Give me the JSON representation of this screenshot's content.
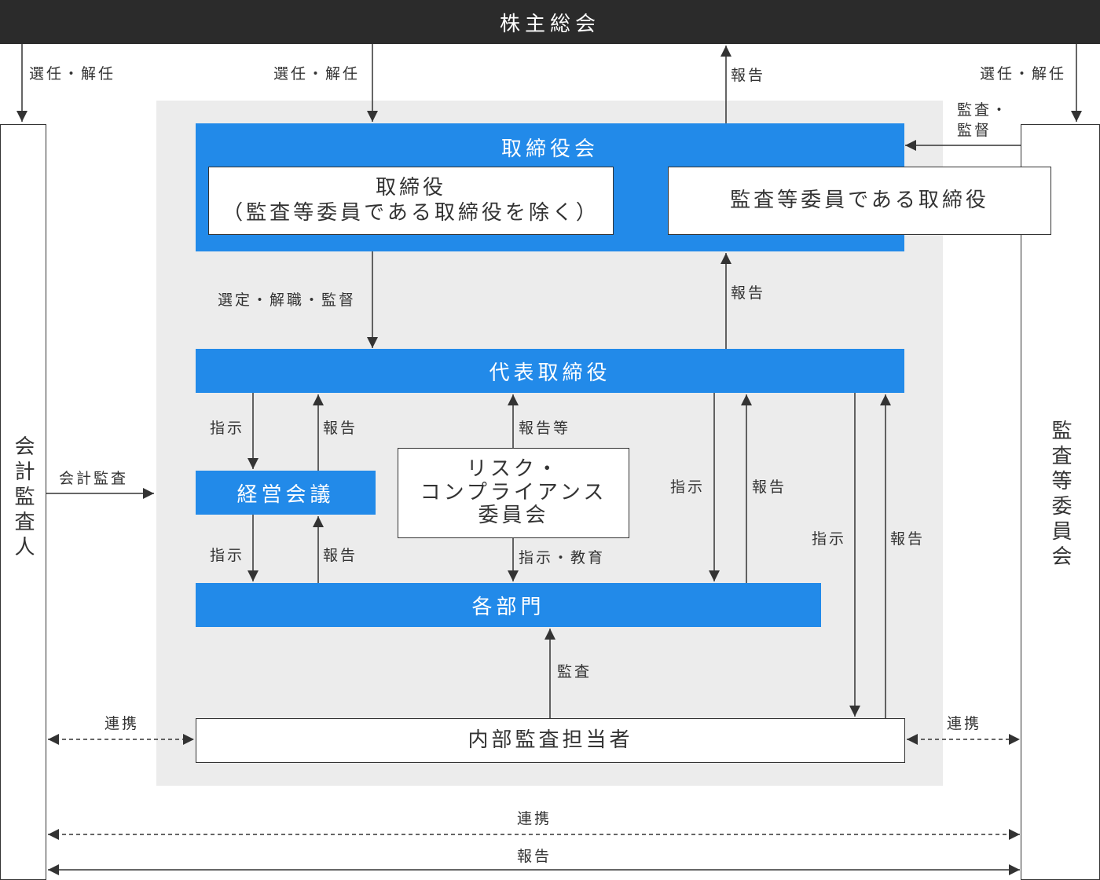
{
  "top": {
    "title": "株主総会"
  },
  "left_box": {
    "title": "会計監査人"
  },
  "right_box": {
    "title": "監査等委員会"
  },
  "board": {
    "title": "取締役会",
    "directors_line1": "取締役",
    "directors_line2": "（監査等委員である取締役を除く）",
    "audit_directors": "監査等委員である取締役"
  },
  "representative": {
    "title": "代表取締役"
  },
  "management_meeting": {
    "title": "経営会議"
  },
  "risk_committee": {
    "line1": "リスク・",
    "line2": "コンプライアンス",
    "line3": "委員会"
  },
  "departments": {
    "title": "各部門"
  },
  "internal_audit": {
    "title": "内部監査担当者"
  },
  "labels": {
    "elect_left": "選任・解任",
    "elect_center": "選任・解任",
    "report_top": "報告",
    "elect_right": "選任・解任",
    "audit_supervise_1": "監査・",
    "audit_supervise_2": "監督",
    "select_dismiss": "選定・解職・監督",
    "report_board": "報告",
    "instruct_mm": "指示",
    "report_mm": "報告",
    "report_etc": "報告等",
    "instruct_dept": "指示",
    "report_dept": "報告",
    "instruct_edu": "指示・教育",
    "instruct_rep_dept": "指示",
    "report_rep_dept": "報告",
    "instruct_rep_audit": "指示",
    "report_rep_audit": "報告",
    "audit_dept": "監査",
    "accounting_audit": "会計監査",
    "cooperate_left": "連携",
    "cooperate_right": "連携",
    "cooperate_bottom": "連携",
    "report_bottom": "報告"
  },
  "colors": {
    "blue": "#228ae9",
    "dark": "#2b2b2b",
    "grey": "#ececec"
  }
}
